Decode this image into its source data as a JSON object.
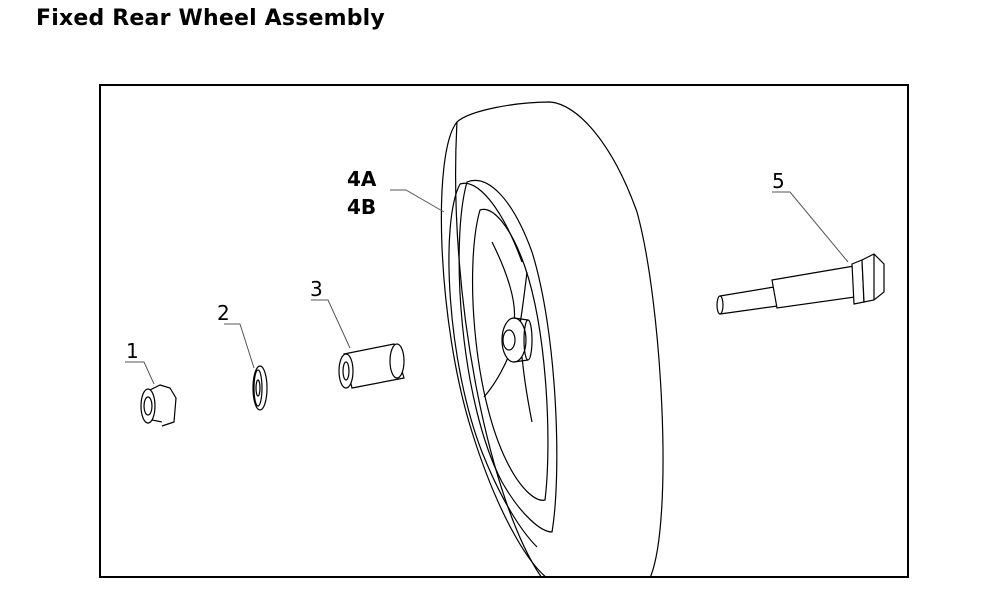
{
  "title": "Fixed Rear Wheel Assembly",
  "parts": [
    {
      "id": "1",
      "label": "1",
      "name": "flange-nut"
    },
    {
      "id": "2",
      "label": "2",
      "name": "washer"
    },
    {
      "id": "3",
      "label": "3",
      "name": "spacer-bushing"
    },
    {
      "id": "4",
      "label": "4A",
      "label2": "4B",
      "name": "wheel"
    },
    {
      "id": "5",
      "label": "5",
      "name": "shoulder-bolt"
    }
  ],
  "colors": {
    "line": "#000000",
    "leader": "#555555",
    "background": "#ffffff"
  }
}
